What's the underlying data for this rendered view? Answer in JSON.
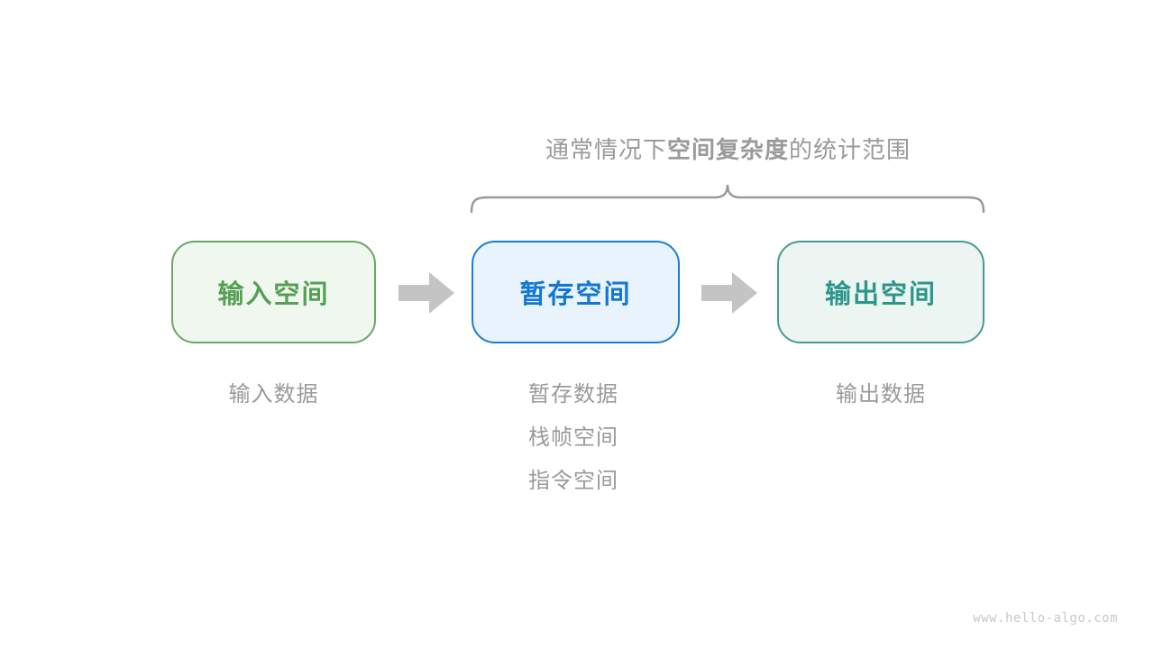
{
  "canvas": {
    "background": "#ffffff"
  },
  "header": {
    "title_prefix": "通常情况下",
    "title_bold": "空间复杂度",
    "title_suffix": "的统计范围",
    "text_color": "#9a9a9a"
  },
  "brace": {
    "color": "#999999"
  },
  "boxes": [
    {
      "id": "input-space",
      "label": "输入空间",
      "text_color": "#55a055",
      "border_color": "#69a765",
      "fill_color": "#f0f7ef"
    },
    {
      "id": "temp-space",
      "label": "暂存空间",
      "text_color": "#1478d2",
      "border_color": "#1b7ed6",
      "fill_color": "#e8f3fd"
    },
    {
      "id": "output-space",
      "label": "输出空间",
      "text_color": "#2b968a",
      "border_color": "#469c90",
      "fill_color": "#ecf5f2"
    }
  ],
  "arrows": {
    "color": "#c4c4c4"
  },
  "notes": {
    "text_color": "#9a9a9a",
    "input": [
      "输入数据"
    ],
    "temp": [
      "暂存数据",
      "栈帧空间",
      "指令空间"
    ],
    "output": [
      "输出数据"
    ]
  },
  "footer": {
    "watermark": "www.hello-algo.com",
    "color": "#c8c8c8"
  }
}
